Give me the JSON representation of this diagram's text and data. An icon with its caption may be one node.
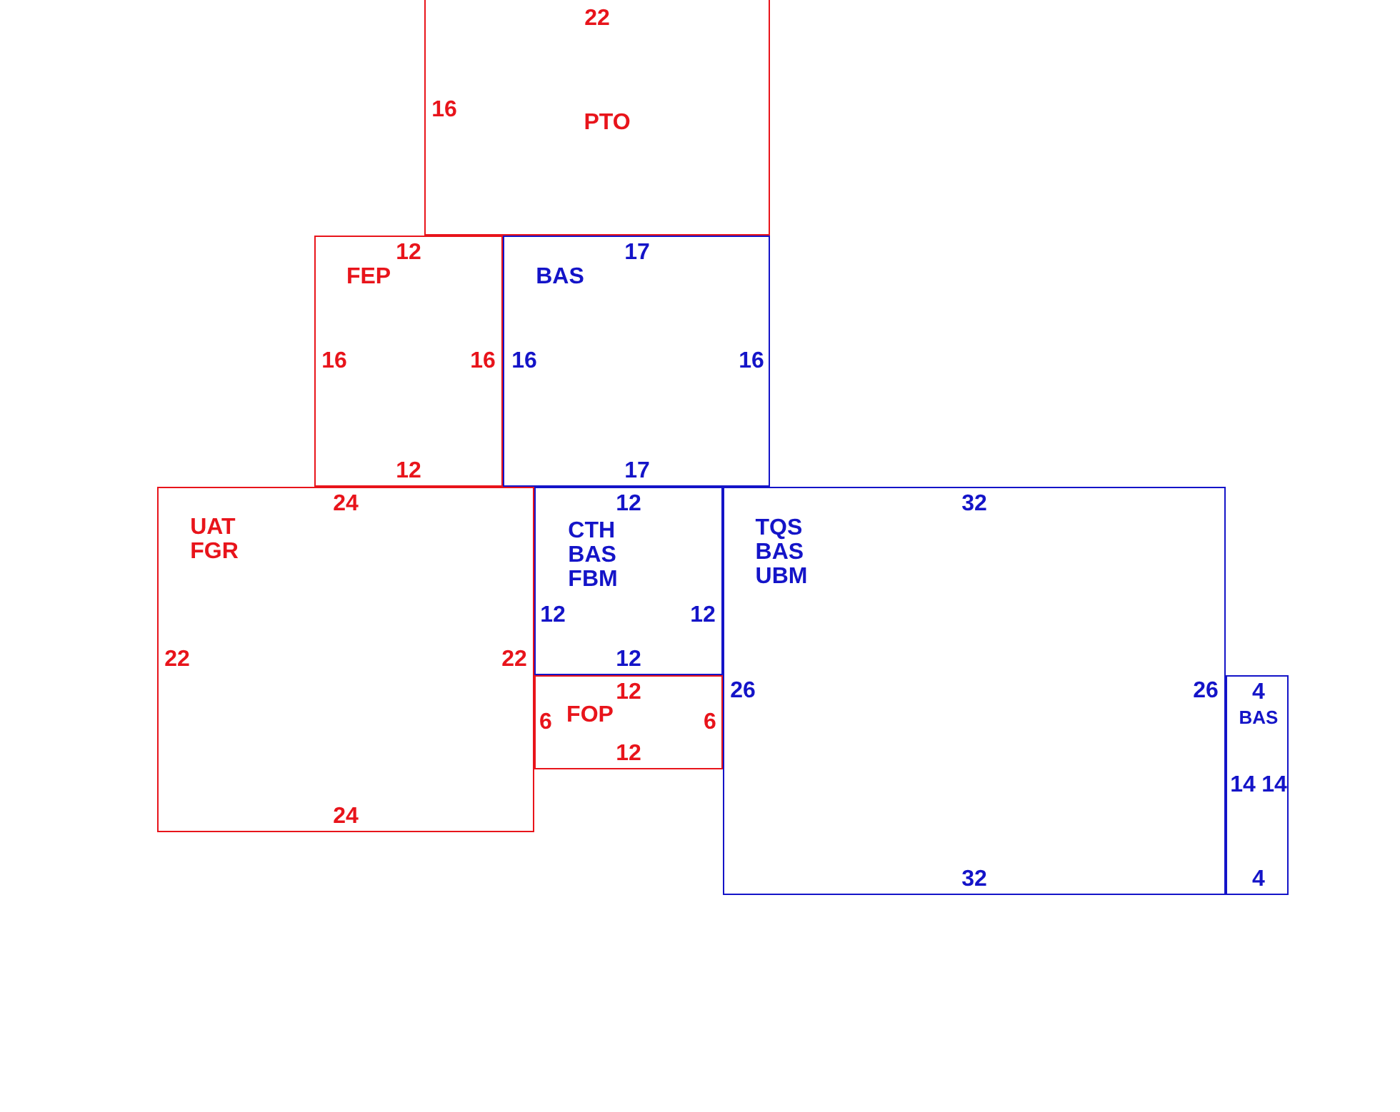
{
  "diagram": {
    "nodes": [
      {
        "text": [
          "22",
          "16",
          "PTO"
        ]
      },
      {
        "text": [
          "12",
          "FEP",
          "16",
          "16",
          "12"
        ]
      },
      {
        "text": [
          "17",
          "BAS",
          "16",
          "16",
          "17"
        ]
      },
      {
        "text": [
          "24",
          "UAT FGR",
          "22",
          "22",
          "24"
        ]
      },
      {
        "text": [
          "12",
          "CTH BAS FBM",
          "12",
          "12",
          "12"
        ]
      },
      {
        "text": [
          "12",
          "FOP",
          "6",
          "6",
          "12"
        ]
      },
      {
        "text": [
          "32",
          "TQS BAS UBM",
          "26",
          "26",
          "32"
        ]
      },
      {
        "text": [
          "4",
          "BAS",
          "14",
          "14",
          "4"
        ]
      }
    ]
  }
}
